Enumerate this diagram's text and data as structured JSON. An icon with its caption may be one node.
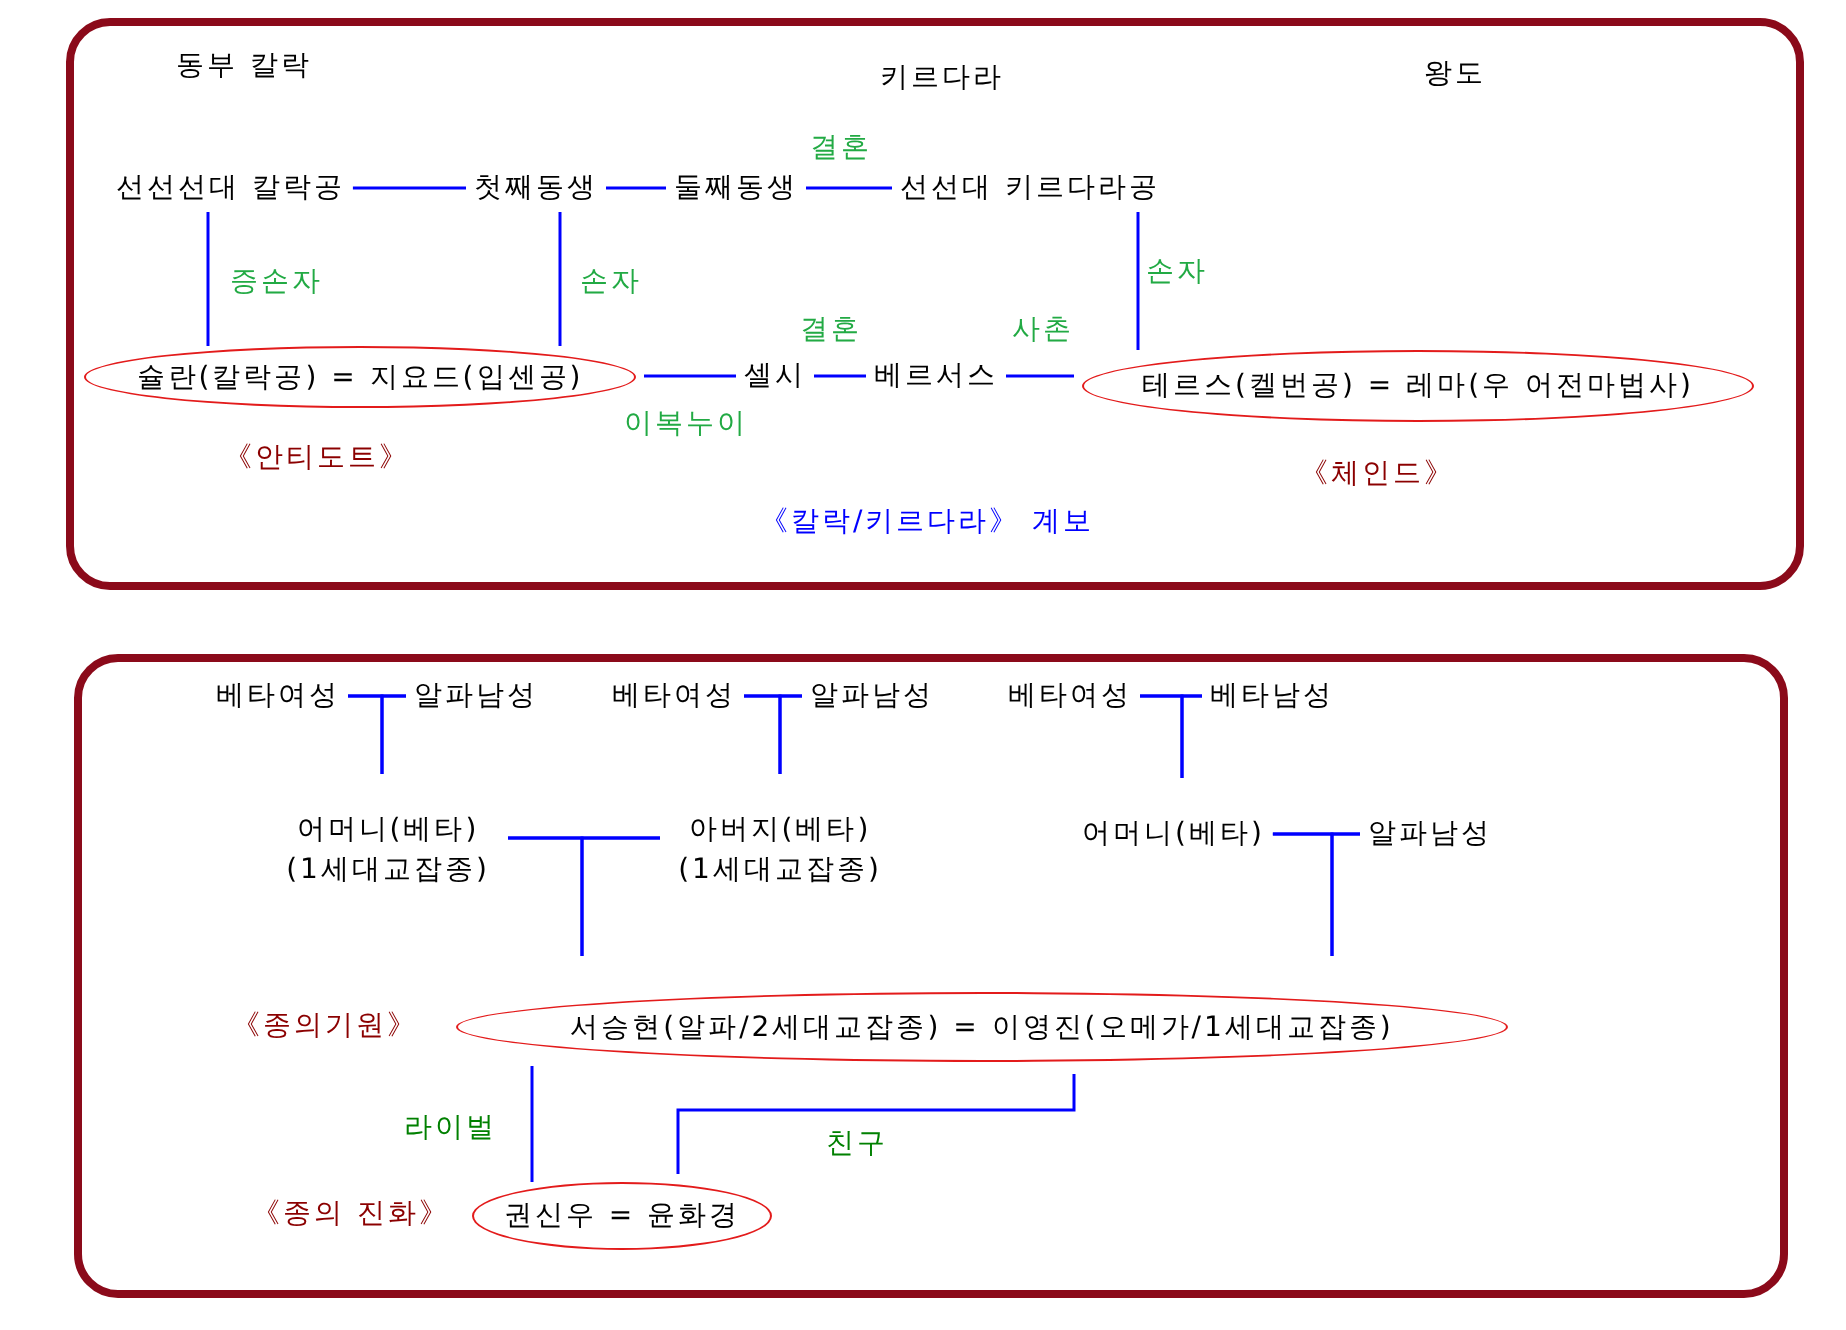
{
  "diagram": {
    "nodes": [
      {
        "text": [],
        "shape": "box"
      },
      {
        "text": [
          "선선선대 칼락공"
        ],
        "in": 0
      },
      {
        "text": [
          "첫째동생"
        ],
        "in": 0
      },
      {
        "text": [
          "둘째동생"
        ],
        "in": 0
      },
      {
        "text": [
          "선선대 키르다라공"
        ],
        "in": 0
      },
      {
        "text": [
          "슐란(칼락공) = 지요드(입센공)"
        ],
        "in": 0,
        "beside": [
          "《안티도트》"
        ]
      },
      {
        "text": [
          "셀시"
        ],
        "in": 0
      },
      {
        "text": [
          "베르서스"
        ],
        "in": 0
      },
      {
        "text": [
          "테르스(켈번공) = 레마(우 어전마법사)"
        ],
        "in": 0,
        "beside": [
          "《체인드》"
        ]
      },
      {
        "text": [],
        "shape": "box"
      },
      {
        "text": [
          "베타여성"
        ],
        "in": 9
      },
      {
        "text": [
          "알파남성"
        ],
        "in": 9
      },
      {
        "text": [
          "베타여성"
        ],
        "in": 9
      },
      {
        "text": [
          "알파남성"
        ],
        "in": 9
      },
      {
        "text": [
          "베타여성"
        ],
        "in": 9
      },
      {
        "text": [
          "베타남성"
        ],
        "in": 9
      },
      {
        "text": [
          "어머니(베타) (1세대교잡종)"
        ],
        "in": 9
      },
      {
        "text": [
          "아버지(베타) (1세대교잡종)"
        ],
        "in": 9
      },
      {
        "text": [
          "어머니(베타)"
        ],
        "in": 9
      },
      {
        "text": [
          "알파남성"
        ],
        "in": 9
      },
      {
        "text": [
          "서승현(알파/2세대교잡종) = 이영진(오메가/1세대교잡종)"
        ],
        "in": 9,
        "beside": [
          "《종의기원》"
        ]
      },
      {
        "text": [
          "권신우 = 윤화경"
        ],
        "in": 9,
        "beside": [
          "《종의 진화》"
        ]
      }
    ],
    "edges": [
      {
        "from": 1,
        "to": 2,
        "arrow": "none"
      },
      {
        "from": 2,
        "to": 3,
        "arrow": "none"
      },
      {
        "from": 3,
        "to": 4,
        "arrow": "none",
        "label": "결혼"
      },
      {
        "from": 1,
        "to": 5,
        "arrow": "none",
        "label": "증손자"
      },
      {
        "from": 2,
        "to": 5,
        "arrow": "none",
        "label": "손자"
      },
      {
        "from": 5,
        "to": 6,
        "arrow": "none",
        "label": "이복누이"
      },
      {
        "from": 6,
        "to": 7,
        "arrow": "none",
        "label": "결혼"
      },
      {
        "from": 7,
        "to": 8,
        "arrow": "none",
        "label": "사촌"
      },
      {
        "from": 4,
        "to": 8,
        "arrow": "none",
        "label": "손자"
      },
      {
        "from": 10,
        "to": 11,
        "arrow": "none"
      },
      {
        "from": 10,
        "to": 16,
        "arrow": "none"
      },
      {
        "from": 11,
        "to": 16,
        "arrow": "none"
      },
      {
        "from": 12,
        "to": 13,
        "arrow": "none"
      },
      {
        "from": 12,
        "to": 17,
        "arrow": "none"
      },
      {
        "from": 13,
        "to": 17,
        "arrow": "none"
      },
      {
        "from": 14,
        "to": 15,
        "arrow": "none"
      },
      {
        "from": 14,
        "to": 18,
        "arrow": "none"
      },
      {
        "from": 15,
        "to": 18,
        "arrow": "none"
      },
      {
        "from": 16,
        "to": 17,
        "arrow": "none"
      },
      {
        "from": 16,
        "to": 20,
        "arrow": "none"
      },
      {
        "from": 17,
        "to": 20,
        "arrow": "none"
      },
      {
        "from": 18,
        "to": 19,
        "arrow": "none"
      },
      {
        "from": 18,
        "to": 20,
        "arrow": "none"
      },
      {
        "from": 19,
        "to": 20,
        "arrow": "none"
      },
      {
        "from": 20,
        "to": 21,
        "arrow": "none",
        "label": "라이벌"
      },
      {
        "from": 20,
        "to": 21,
        "arrow": "none",
        "label": "친구"
      }
    ],
    "labels": [
      "동부 칼락",
      "키르다라",
      "왕도",
      "《칼락/키르다라》 계보"
    ]
  }
}
